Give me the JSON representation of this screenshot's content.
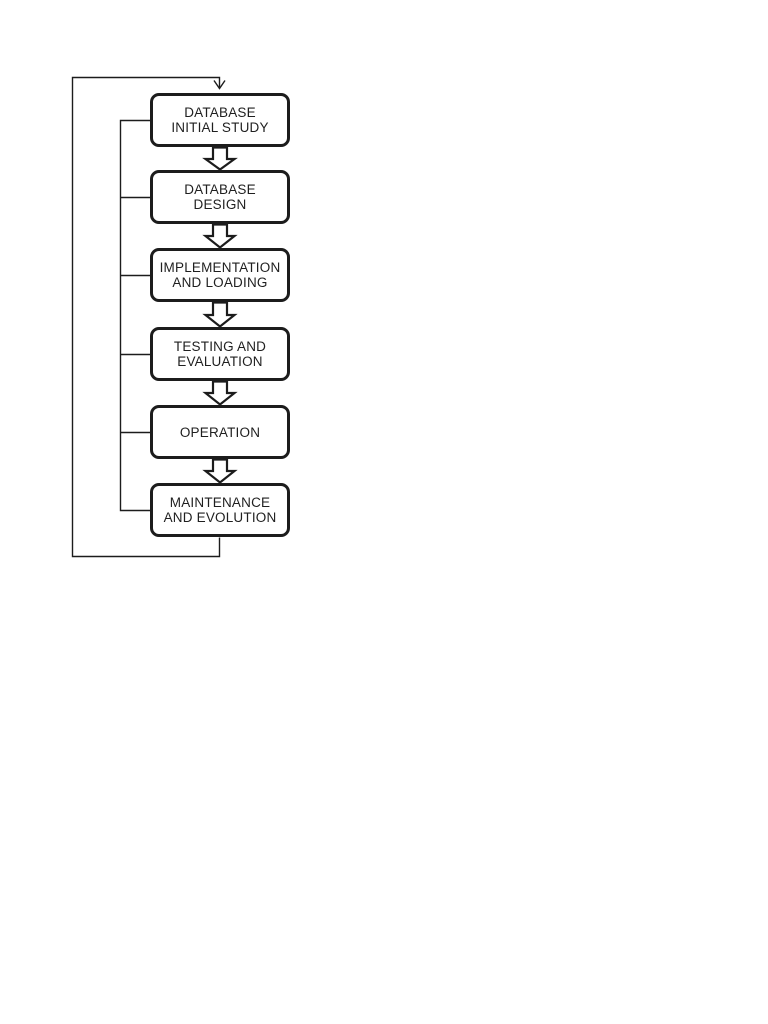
{
  "page": {
    "background": "#ffffff"
  },
  "diagram": {
    "name": "database-life-cycle-flowchart",
    "type": "flowchart",
    "colors": {
      "stroke": "#1c1c1c",
      "node_fill": "#ffffff",
      "text": "#1f1f1f"
    },
    "nodes": [
      {
        "id": "database-initial-study",
        "label": "DATABASE\nINITIAL STUDY"
      },
      {
        "id": "database-design",
        "label": "DATABASE\nDESIGN"
      },
      {
        "id": "implementation-and-loading",
        "label": "IMPLEMENTATION\nAND LOADING"
      },
      {
        "id": "testing-and-evaluation",
        "label": "TESTING AND\nEVALUATION"
      },
      {
        "id": "operation",
        "label": "OPERATION"
      },
      {
        "id": "maintenance-and-evolution",
        "label": "MAINTENANCE\nAND EVOLUTION"
      }
    ],
    "edges": [
      {
        "from": "database-initial-study",
        "to": "database-design",
        "style": "hollow-block-arrow"
      },
      {
        "from": "database-design",
        "to": "implementation-and-loading",
        "style": "hollow-block-arrow"
      },
      {
        "from": "implementation-and-loading",
        "to": "testing-and-evaluation",
        "style": "hollow-block-arrow"
      },
      {
        "from": "testing-and-evaluation",
        "to": "operation",
        "style": "hollow-block-arrow"
      },
      {
        "from": "operation",
        "to": "maintenance-and-evolution",
        "style": "hollow-block-arrow"
      },
      {
        "from": "maintenance-and-evolution",
        "to": "database-initial-study",
        "style": "outer-feedback-loop-with-arrowhead"
      },
      {
        "from": "inner-feedback-line",
        "to": "left-side-of-all-phases",
        "style": "thin-line"
      }
    ]
  }
}
